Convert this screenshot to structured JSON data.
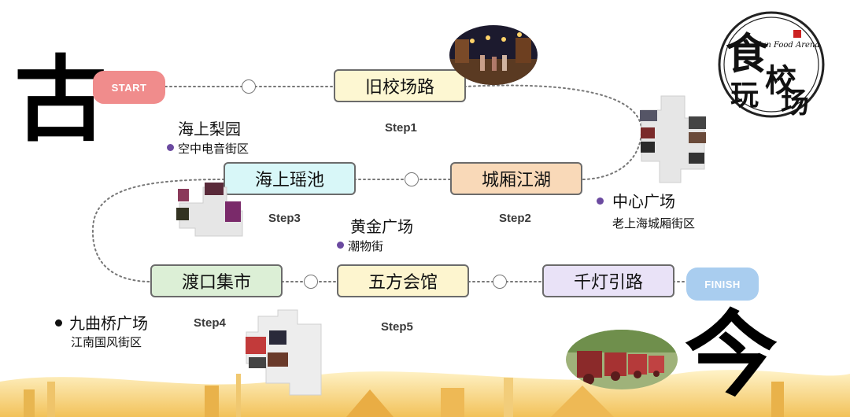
{
  "side_chars": {
    "top_left": "古",
    "bottom_right": "今"
  },
  "pills": {
    "start": "START",
    "finish": "FINISH"
  },
  "stations": {
    "s1": "旧校场路",
    "s2": "城厢江湖",
    "s3": "海上瑶池",
    "s4": "渡口集市",
    "s5": "五方会馆",
    "s6": "千灯引路"
  },
  "steps": {
    "step1": "Step1",
    "step2": "Step2",
    "step3": "Step3",
    "step4": "Step4",
    "step5": "Step5"
  },
  "locations": {
    "liyuan": {
      "title": "海上梨园",
      "sub": "空中电音街区"
    },
    "center": {
      "title": "中心广场",
      "sub": "老上海城厢街区"
    },
    "gold": {
      "title": "黄金广场",
      "sub": "潮物街"
    },
    "jiuqu": {
      "title": "九曲桥广场",
      "sub": "江南国风街区"
    }
  },
  "logo": {
    "en": "Fun Food Arena",
    "cn_1": "食",
    "cn_2": "校",
    "cn_3": "玩",
    "cn_4": "场"
  },
  "colors": {
    "start_pill": "#f08c8c",
    "finish_pill": "#a9cdef",
    "s1_fill": "#fdf7d2",
    "s2_fill": "#f9d9b8",
    "s3_fill": "#d8f7f8",
    "s4_fill": "#dcefd6",
    "s5_fill": "#fdf5cf",
    "s6_fill": "#e9e2f7",
    "dot_purple": "#6b4aa0",
    "dot_black": "#111111"
  }
}
